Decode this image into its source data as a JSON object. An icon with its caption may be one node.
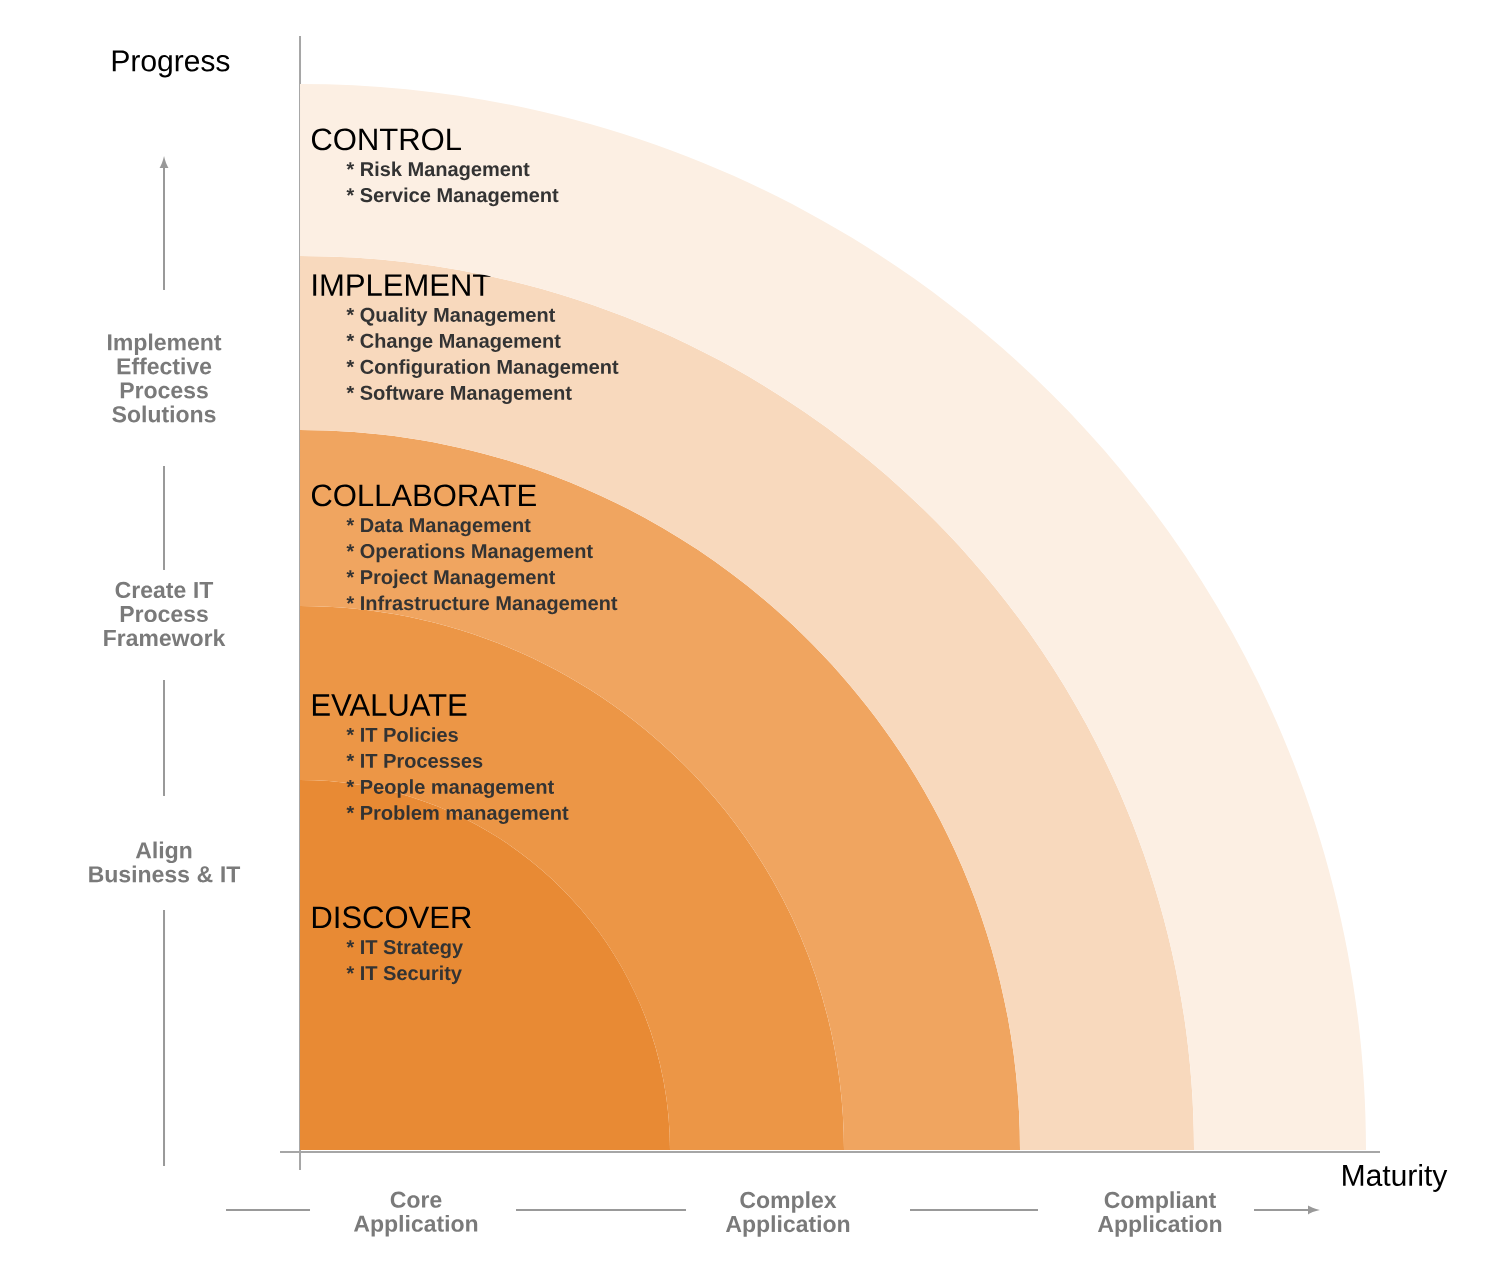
{
  "diagram": {
    "nodes": [
      {
        "text": [
          "CONTROL",
          "* Risk Management",
          "* Service Management"
        ]
      },
      {
        "text": [
          "IMPLEMENT",
          "* Quality Management",
          "* Change Management",
          "* Configuration Management",
          "* Software Management"
        ]
      },
      {
        "text": [
          "COLLABORATE",
          "* Data Management",
          "* Operations Management",
          "* Project Management",
          "* Infrastructure Management"
        ]
      },
      {
        "text": [
          "EVALUATE",
          "* IT Policies",
          "* IT Processes",
          "* People management",
          "* Problem management"
        ]
      },
      {
        "text": [
          "DISCOVER",
          "* IT Strategy",
          "* IT Security"
        ]
      }
    ],
    "labels": [
      "Progress",
      "Implement Effective Process Solutions",
      "Create IT Process Framework",
      "Align Business & IT",
      "Core Application",
      "Complex Application",
      "Compliant Application",
      "Maturity"
    ]
  }
}
